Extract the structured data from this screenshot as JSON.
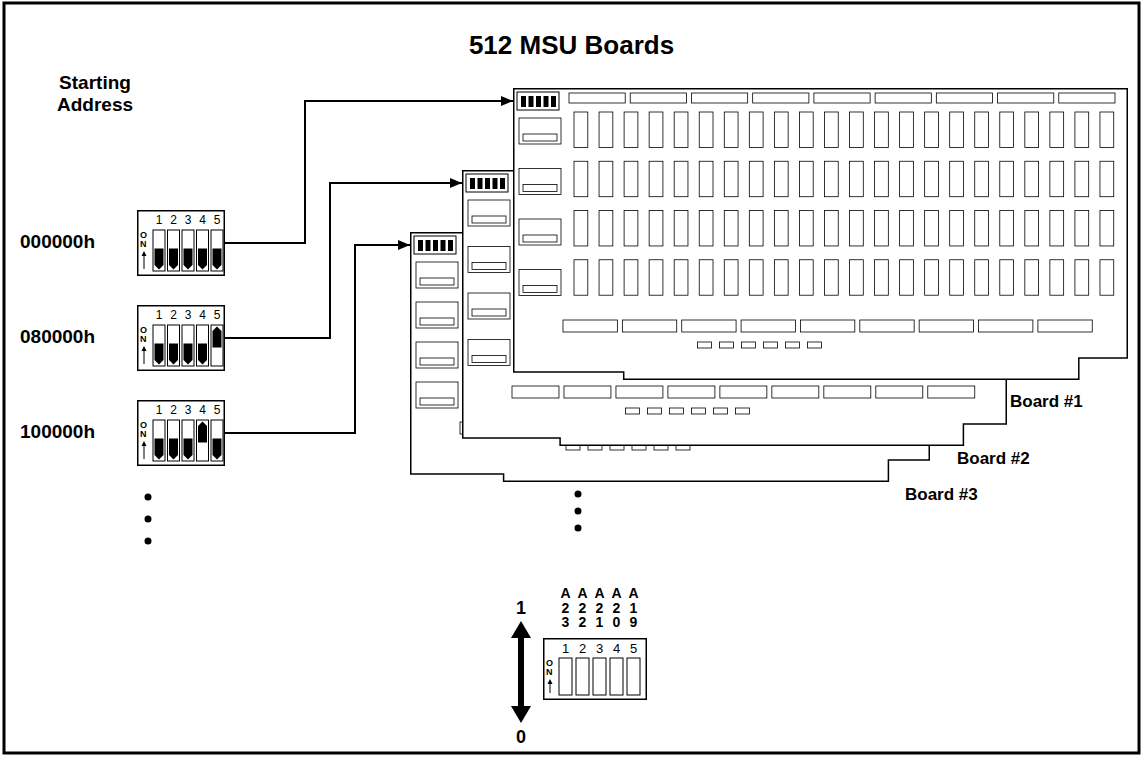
{
  "diagram": {
    "title": "512 MSU Boards",
    "nodes": [
      {
        "text": [
          "000000h",
          "1",
          "2",
          "3",
          "4",
          "5",
          "ON"
        ]
      },
      {
        "text": [
          "080000h",
          "1",
          "2",
          "3",
          "4",
          "5",
          "ON"
        ]
      },
      {
        "text": [
          "100000h",
          "1",
          "2",
          "3",
          "4",
          "5",
          "ON"
        ]
      },
      {
        "text": [
          "Board #1"
        ]
      },
      {
        "text": [
          "Board #2"
        ]
      },
      {
        "text": [
          "Board #3"
        ]
      },
      {
        "text": [
          "1",
          "2",
          "3",
          "4",
          "5",
          "ON"
        ]
      }
    ],
    "edges": [
      {
        "from": 0,
        "to": 3,
        "arrow": "to"
      },
      {
        "from": 1,
        "to": 4,
        "arrow": "to"
      },
      {
        "from": 2,
        "to": 5,
        "arrow": "to"
      }
    ],
    "labels": [
      "Starting Address",
      "A23",
      "A22",
      "A21",
      "A20",
      "A19",
      "1",
      "0"
    ]
  }
}
